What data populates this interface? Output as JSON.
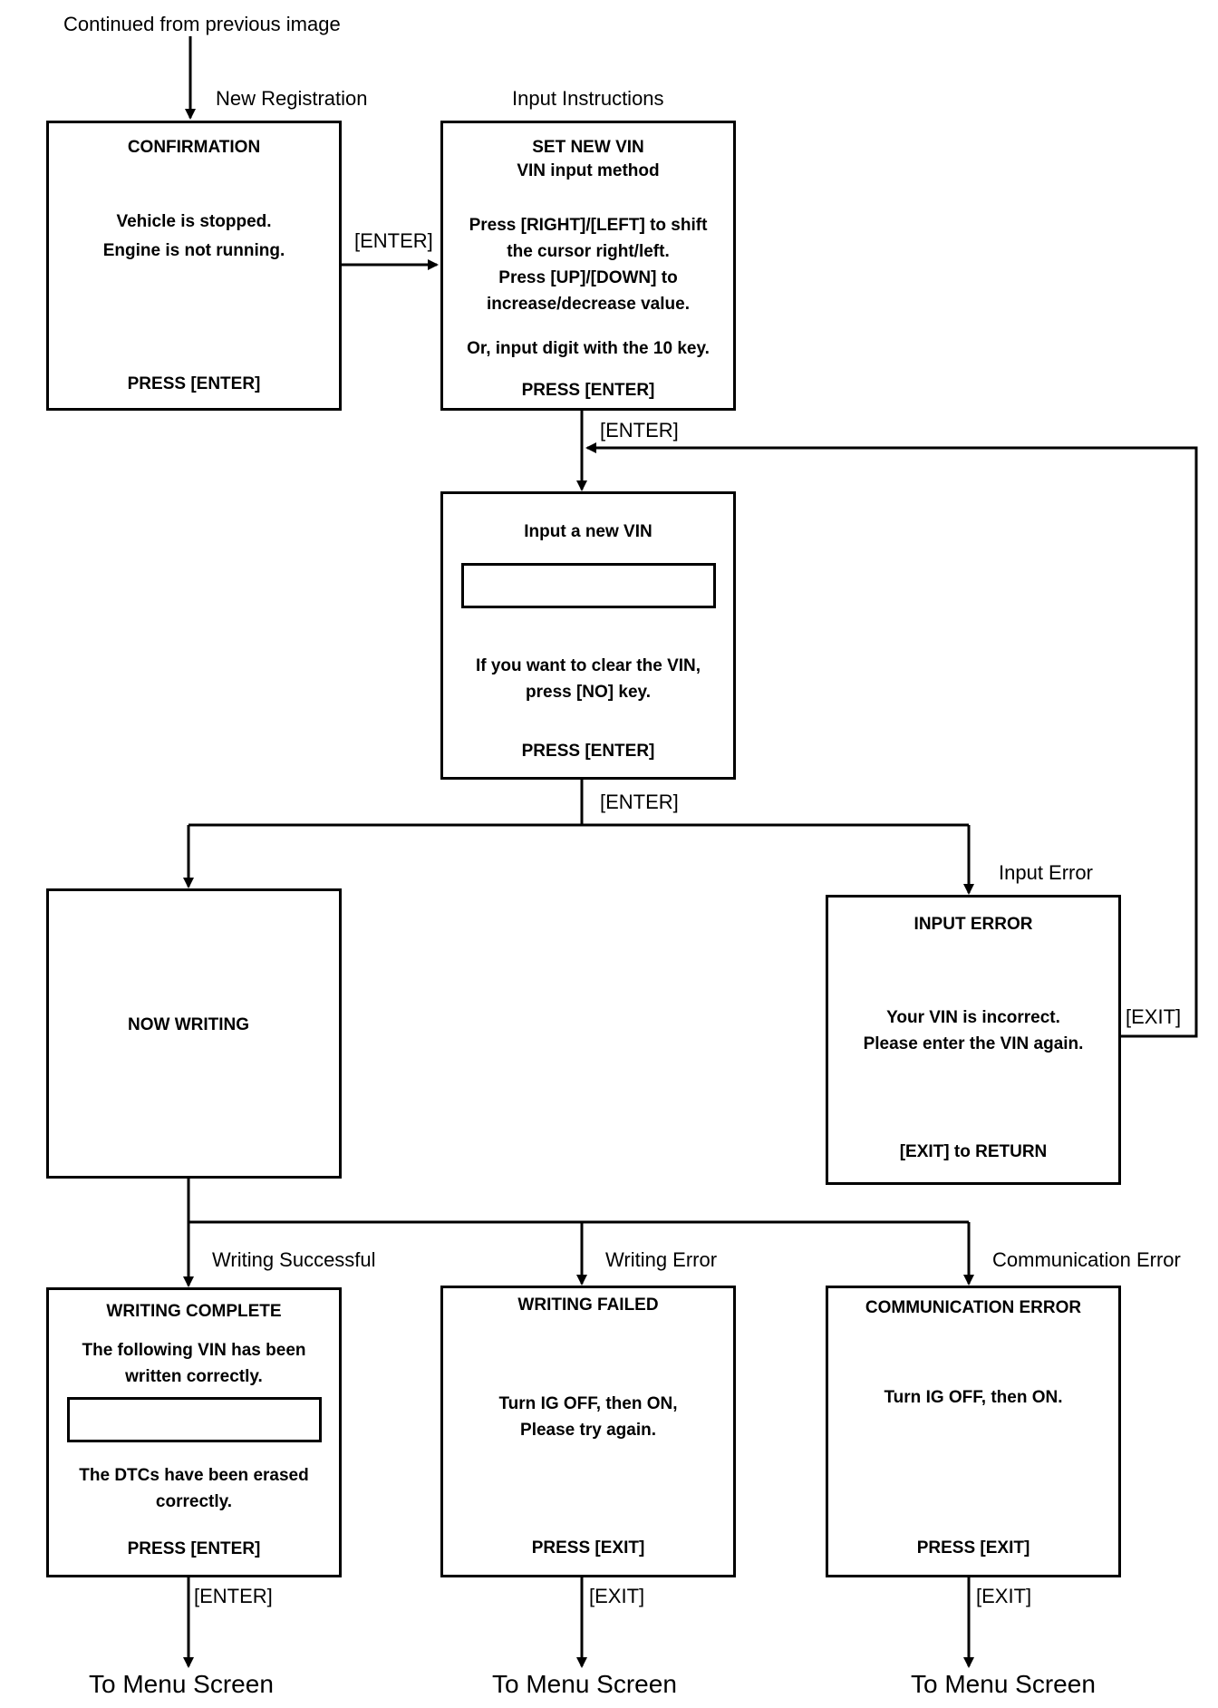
{
  "top_note": "Continued from previous image",
  "labels": {
    "new_registration": "New Registration",
    "input_instructions": "Input Instructions",
    "input_error": "Input Error",
    "writing_successful": "Writing Successful",
    "writing_error": "Writing Error",
    "communication_error": "Communication Error",
    "enter": "[ENTER]",
    "exit": "[EXIT]"
  },
  "boxes": {
    "confirmation": {
      "title": "CONFIRMATION",
      "line1": "Vehicle is stopped.",
      "line2": "Engine is not running.",
      "action": "PRESS [ENTER]"
    },
    "set_new_vin": {
      "title": "SET NEW VIN",
      "subtitle": "VIN input method",
      "line1": "Press [RIGHT]/[LEFT] to shift",
      "line2": "the cursor right/left.",
      "line3": "Press [UP]/[DOWN] to",
      "line4": "increase/decrease value.",
      "line5": "Or, input digit with the 10 key.",
      "action": "PRESS [ENTER]"
    },
    "input_vin": {
      "title": "Input a new VIN",
      "field_value": "",
      "line1": "If you want to clear the VIN,",
      "line2": "press [NO] key.",
      "action": "PRESS [ENTER]"
    },
    "now_writing": {
      "title": "NOW WRITING"
    },
    "input_error": {
      "title": "INPUT ERROR",
      "line1": "Your VIN is incorrect.",
      "line2": "Please enter the VIN again.",
      "action": "[EXIT] to RETURN"
    },
    "writing_complete": {
      "title": "WRITING COMPLETE",
      "line1": "The following VIN has been",
      "line2": "written correctly.",
      "field_value": "",
      "line3": "The DTCs have been erased",
      "line4": "correctly.",
      "action": "PRESS [ENTER]"
    },
    "writing_failed": {
      "title": "WRITING FAILED",
      "line1": "Turn IG OFF, then ON,",
      "line2": "Please try again.",
      "action": "PRESS [EXIT]"
    },
    "communication_error": {
      "title": "COMMUNICATION ERROR",
      "line1": "Turn IG OFF, then ON.",
      "action": "PRESS [EXIT]"
    }
  },
  "destinations": [
    "To Menu Screen",
    "To Menu Screen",
    "To Menu Screen"
  ]
}
